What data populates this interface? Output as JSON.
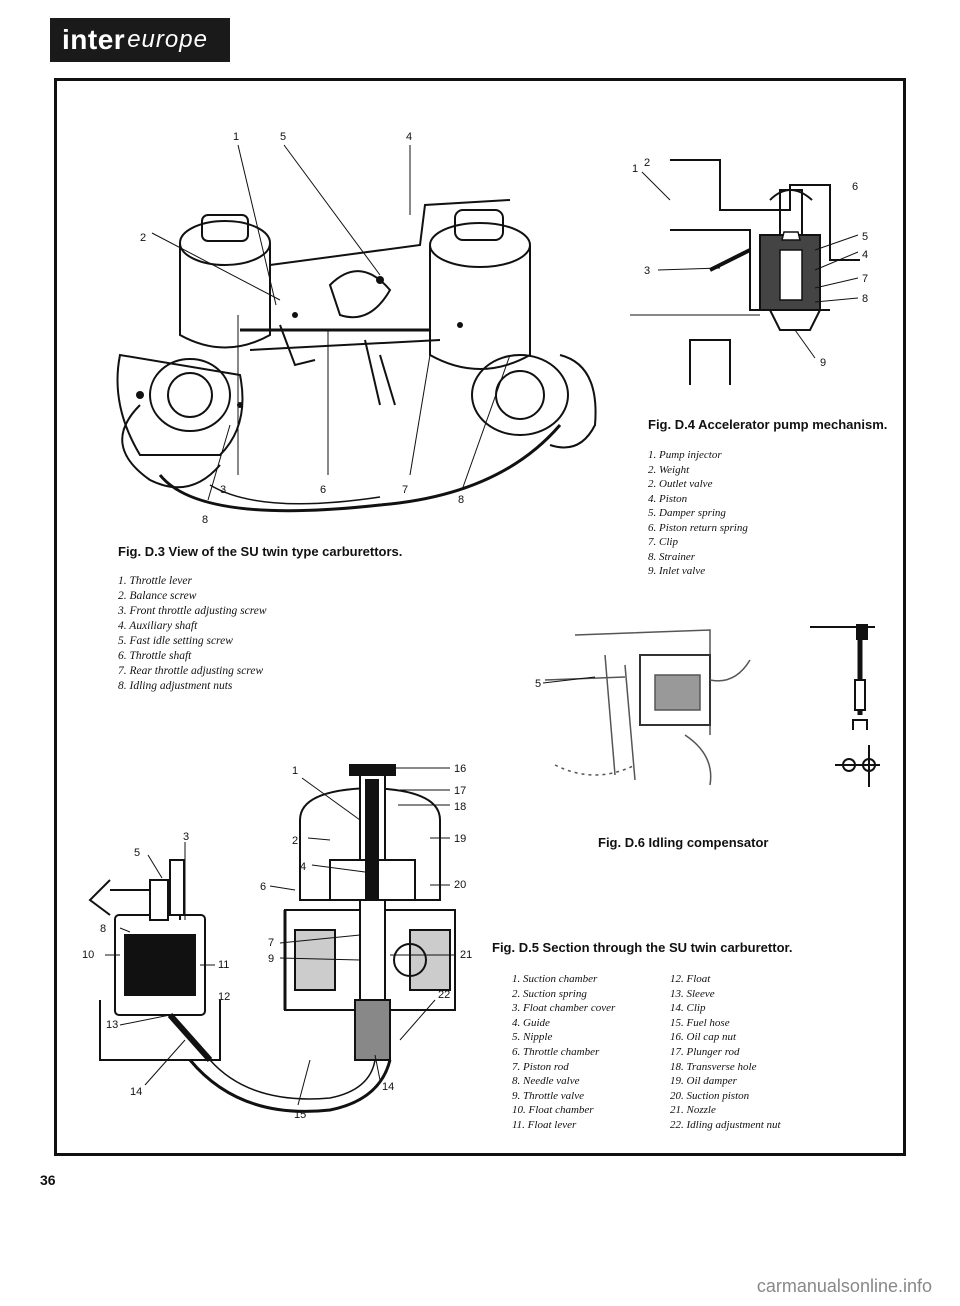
{
  "header": {
    "logo_text_a": "inter",
    "logo_text_b": "europe"
  },
  "fig_d3": {
    "caption": "Fig. D.3 View of the SU twin type carburettors.",
    "callouts": [
      "1",
      "5",
      "4",
      "2",
      "3",
      "6",
      "7",
      "8",
      "8"
    ],
    "legend": [
      "1. Throttle lever",
      "2. Balance screw",
      "3. Front throttle adjusting screw",
      "4. Auxiliary shaft",
      "5. Fast idle setting screw",
      "6. Throttle shaft",
      "7. Rear throttle adjusting screw",
      "8. Idling adjustment nuts"
    ]
  },
  "fig_d4": {
    "caption": "Fig. D.4 Accelerator pump mechanism.",
    "callouts": [
      "1",
      "2",
      "3",
      "6",
      "5",
      "4",
      "7",
      "8",
      "9"
    ],
    "legend": [
      "1. Pump injector",
      "2. Weight",
      "2. Outlet valve",
      "4. Piston",
      "5. Damper spring",
      "6. Piston return spring",
      "7. Clip",
      "8. Strainer",
      "9. Inlet valve"
    ]
  },
  "fig_d6": {
    "caption": "Fig. D.6 Idling compensator",
    "callouts": [
      "5"
    ]
  },
  "fig_d5": {
    "caption": "Fig. D.5 Section through the SU twin carburettor.",
    "callouts": [
      "1",
      "2",
      "3",
      "4",
      "5",
      "6",
      "7",
      "8",
      "9",
      "10",
      "11",
      "12",
      "13",
      "14",
      "15",
      "16",
      "17",
      "18",
      "19",
      "20",
      "21",
      "22",
      "14"
    ],
    "legend_col1": [
      "1. Suction chamber",
      "2. Suction spring",
      "3. Float chamber cover",
      "4. Guide",
      "5. Nipple",
      "6. Throttle chamber",
      "7. Piston rod",
      "8. Needle valve",
      "9. Throttle valve",
      "10. Float chamber",
      "11. Float lever"
    ],
    "legend_col2": [
      "12. Float",
      "13. Sleeve",
      "14. Clip",
      "15. Fuel hose",
      "16. Oil cap nut",
      "17. Plunger rod",
      "18. Transverse hole",
      "19. Oil damper",
      "20. Suction piston",
      "21. Nozzle",
      "22. Idling adjustment nut"
    ]
  },
  "footer": {
    "page_number": "36",
    "watermark": "carmanualsonline.info"
  }
}
